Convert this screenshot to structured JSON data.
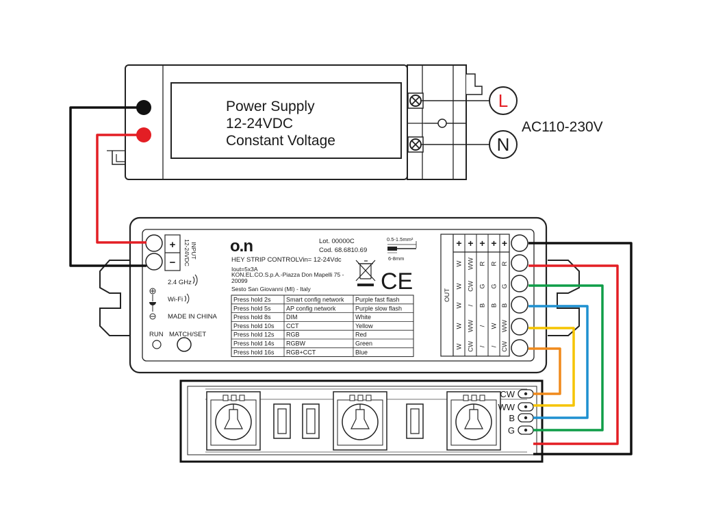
{
  "power_supply": {
    "lines": [
      "Power Supply",
      "12-24VDC",
      "Constant Voltage"
    ],
    "terminal_l": "L",
    "terminal_n": "N",
    "ac_label": "AC110-230V"
  },
  "controller": {
    "logo": "o.n",
    "input_label": "INPUT",
    "input_voltage": "12-24VDC",
    "plus": "+",
    "minus": "−",
    "lot": "Lot. 00000C",
    "cod": "Cod. 68.6810.69",
    "product": "HEY STRIP CONTROL",
    "vin": "Vin= 12-24Vdc",
    "iout": "Iout=5x3A",
    "company": "KON.EL.CO.S.p.A.-Piazza Don Mapelli 75 -",
    "zip": "20099",
    "city": "Sesto San Giovanni (MI) - Italy",
    "wire_section": "0.5-1.5mm²",
    "strip_len": "6-8mm",
    "freq": "2.4 GHz",
    "wifi": "Wi-Fi",
    "made_in": "MADE IN CHINA",
    "run": "RUN",
    "match_set": "MATCH/SET",
    "ce": "CE",
    "out_label": "OUT",
    "out_plus": [
      "+",
      "+",
      "+",
      "+",
      "+"
    ],
    "out_columns": [
      [
        "W",
        "W",
        "W",
        "W",
        "W"
      ],
      [
        "WW",
        "CW",
        "/",
        "WW",
        "CW"
      ],
      [
        "R",
        "G",
        "B",
        "/",
        "/"
      ],
      [
        "R",
        "G",
        "B",
        "W",
        "/"
      ],
      [
        "R",
        "G",
        "B",
        "WW",
        "CW"
      ]
    ]
  },
  "mode_table": [
    [
      "Press hold 2s",
      "Smart config network",
      "Purple fast flash"
    ],
    [
      "Press hold 5s",
      "AP config network",
      "Purple slow flash"
    ],
    [
      "Press hold 8s",
      "DIM",
      "White"
    ],
    [
      "Press hold 10s",
      "CCT",
      "Yellow"
    ],
    [
      "Press hold 12s",
      "RGB",
      "Red"
    ],
    [
      "Press hold 14s",
      "RGBW",
      "Green"
    ],
    [
      "Press hold 16s",
      "RGB+CCT",
      "Blue"
    ]
  ],
  "strip": {
    "pads": [
      "CW",
      "WW",
      "B",
      "G"
    ]
  },
  "colors": {
    "black_wire": "#111111",
    "red_wire": "#e31e24",
    "green_wire": "#0f9d48",
    "blue_wire": "#1e90d0",
    "yellow_wire": "#f5c400",
    "orange_wire": "#f08a1c",
    "terminal_l": "#e31e24"
  }
}
